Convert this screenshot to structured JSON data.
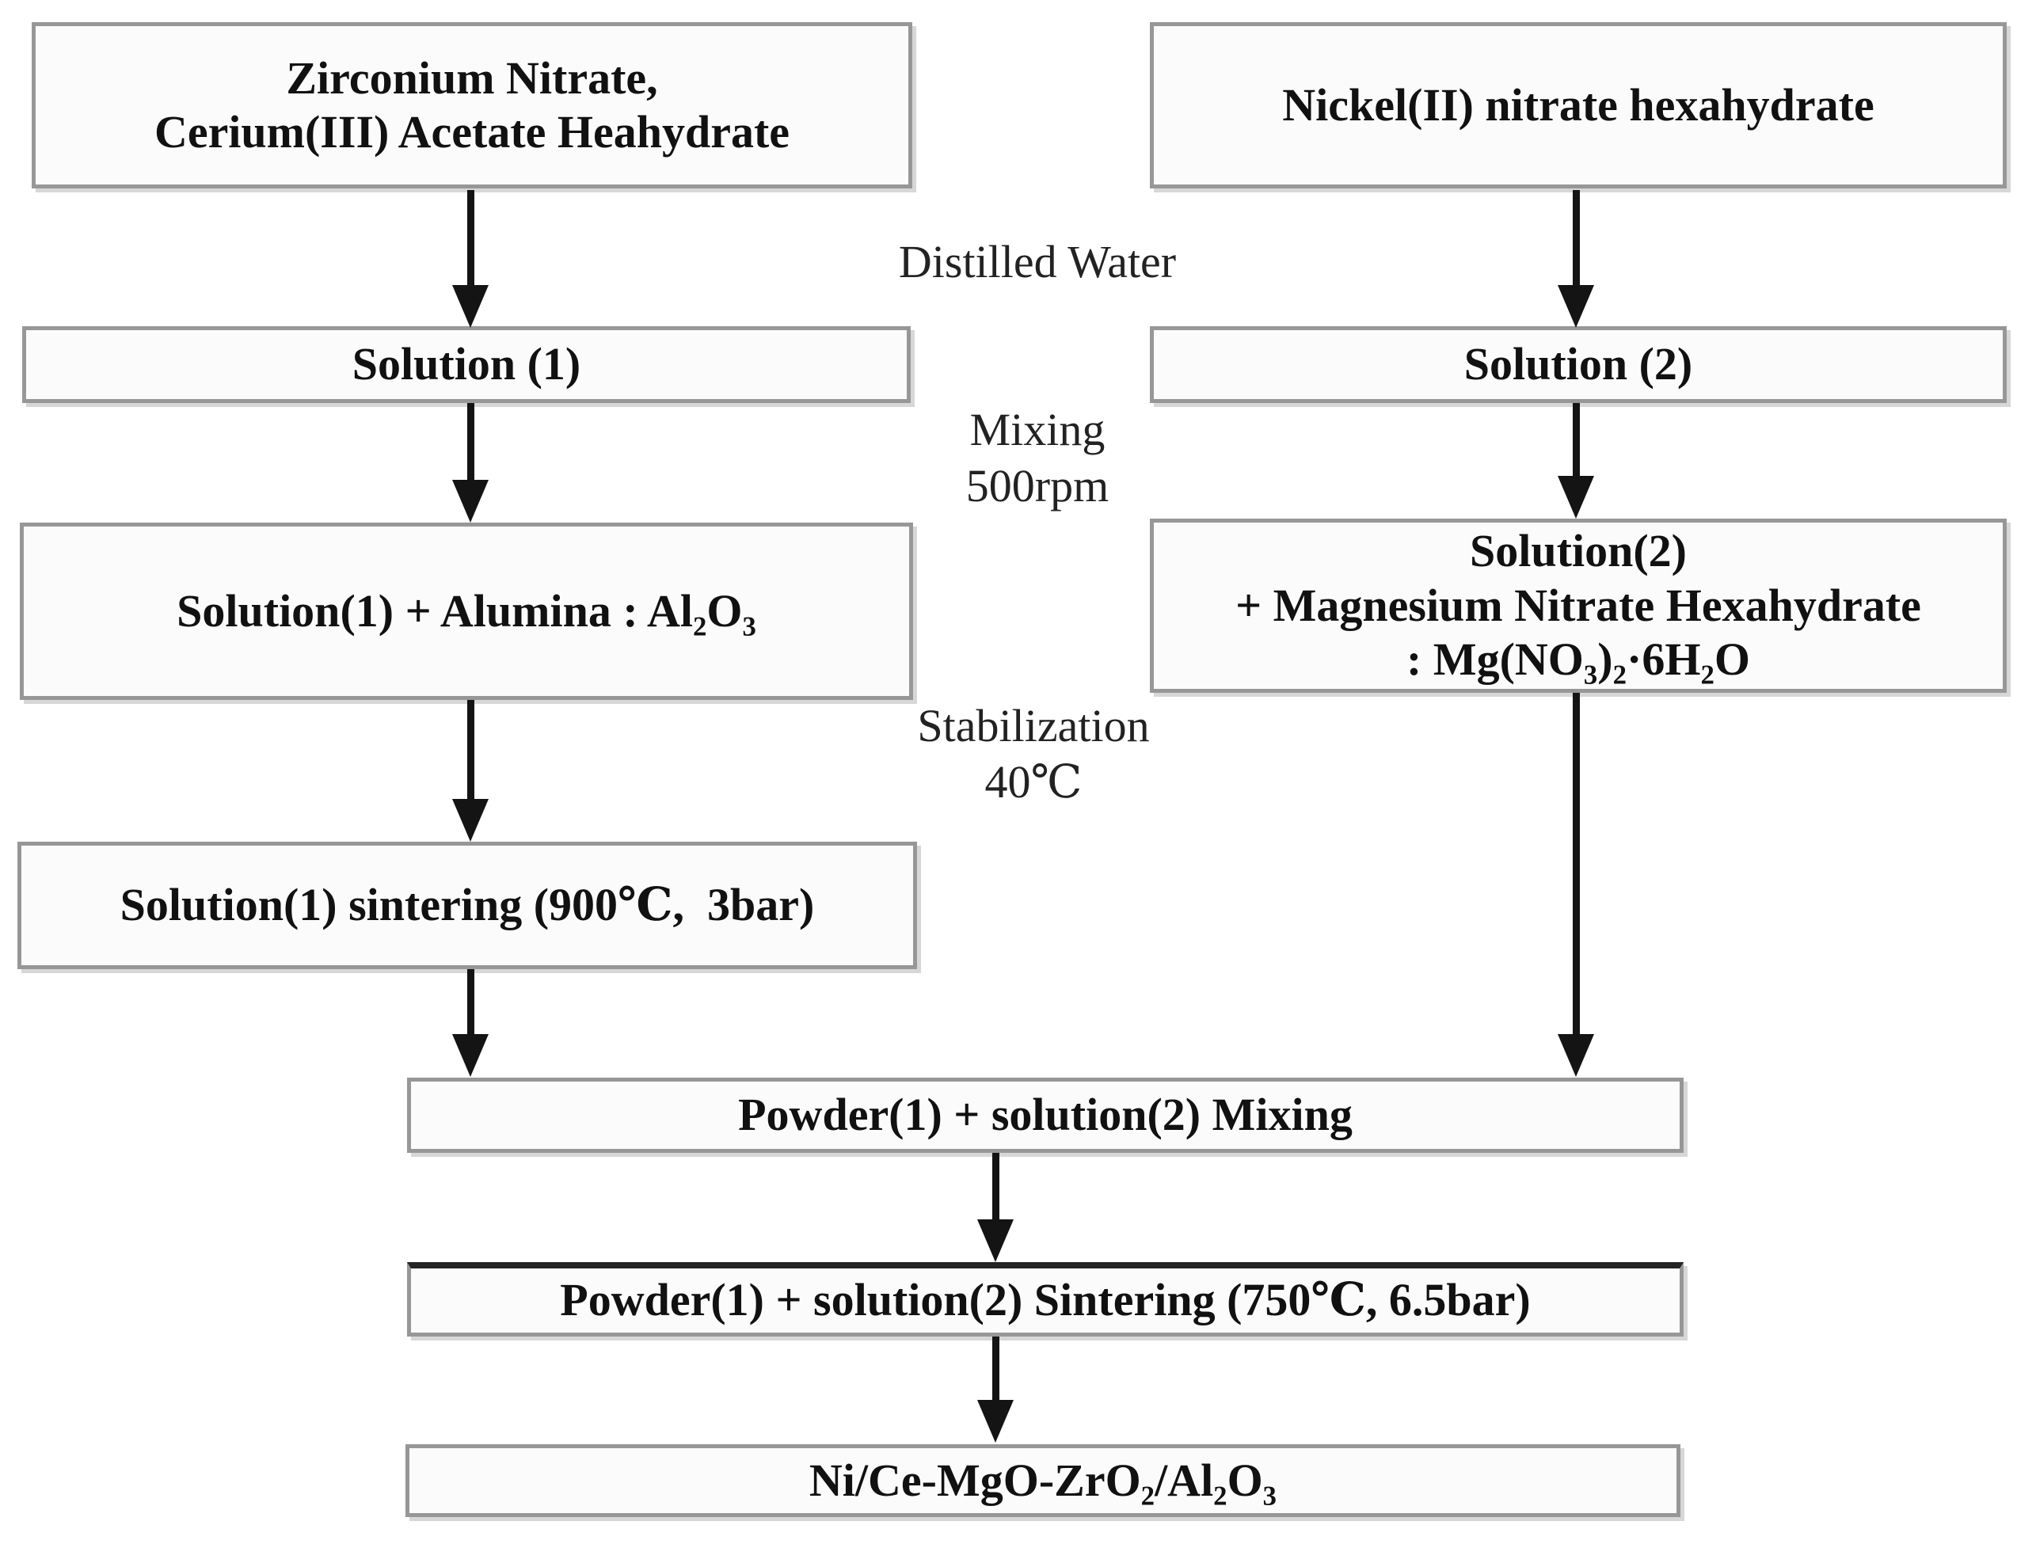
{
  "diagram": {
    "type": "flowchart",
    "colors": {
      "box_border": "#979797",
      "box_fill": "#fbfbfb",
      "arrow": "#141414",
      "text": "#111111",
      "label_text": "#222222",
      "background": "#ffffff"
    },
    "nodes": {
      "zirconium_cerium": {
        "lines": [
          "Zirconium Nitrate,",
          "Cerium(III) Acetate Heahydrate"
        ]
      },
      "nickel_nitrate": {
        "lines": [
          "Nickel(II) nitrate hexahydrate"
        ]
      },
      "solution_1": {
        "lines": [
          "Solution (1)"
        ]
      },
      "solution_2": {
        "lines": [
          "Solution (2)"
        ]
      },
      "solution1_alumina": {
        "lines": [
          "Solution(1) + Alumina : Al₂O₃"
        ]
      },
      "solution2_magnesium": {
        "lines": [
          "Solution(2)",
          "+ Magnesium Nitrate Hexahydrate",
          ": Mg(NO₃)₂·6H₂O"
        ]
      },
      "solution1_sintering": {
        "lines": [
          "Solution(1) sintering (900℃,  3bar)"
        ]
      },
      "powder_mixing": {
        "lines": [
          "Powder(1) + solution(2) Mixing"
        ]
      },
      "powder_sintering": {
        "lines": [
          "Powder(1) + solution(2) Sintering (750℃, 6.5bar)"
        ]
      },
      "final_product": {
        "lines": [
          "Ni/Ce-MgO-ZrO₂/Al₂O₃"
        ]
      }
    },
    "labels": {
      "distilled_water": "Distilled Water",
      "mixing_line1": "Mixing",
      "mixing_line2": "500rpm",
      "stabilization_line1": "Stabilization",
      "stabilization_line2": "40℃"
    }
  }
}
